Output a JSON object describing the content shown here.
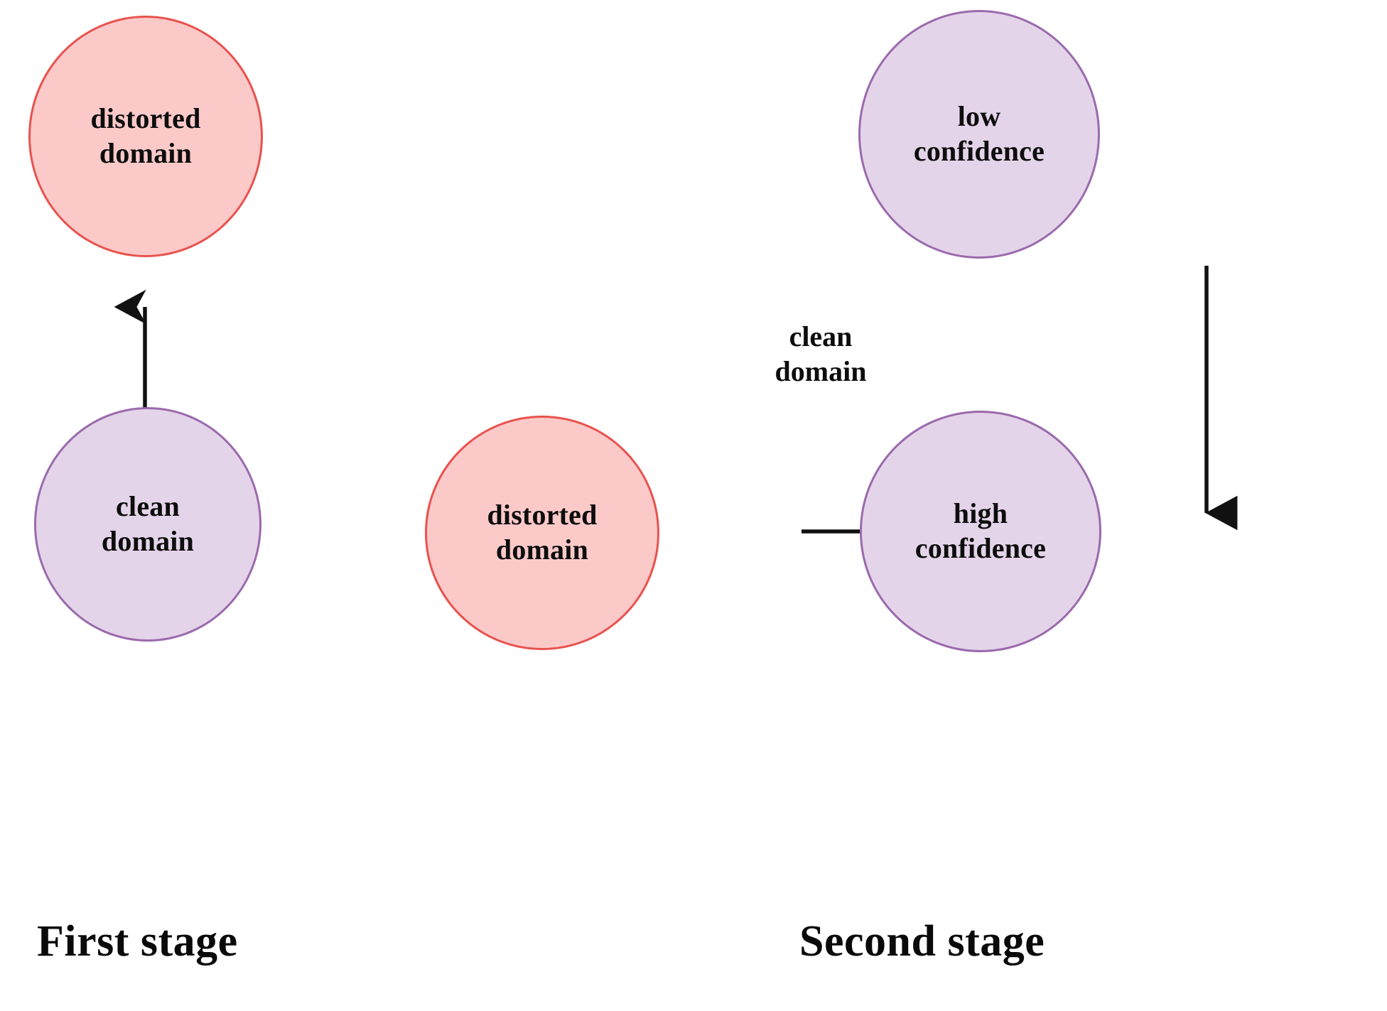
{
  "diagram": {
    "title": "two-stage domain confidence diagram",
    "colors": {
      "distorted_fill": "#fcc9c9",
      "distorted_stroke": "#e8524e",
      "clean_fill": "#e4d4e9",
      "clean_stroke": "#9b6aad",
      "arrow": "#111111",
      "background": "#ffffff",
      "text": "#0d0d0d"
    },
    "stages": [
      {
        "id": "first",
        "label": "First stage"
      },
      {
        "id": "second",
        "label": "Second stage"
      }
    ],
    "nodes": [
      {
        "id": "distorted-1",
        "label": "distorted\ndomain",
        "shape": "circle",
        "fill": "distorted",
        "stage": "first"
      },
      {
        "id": "clean-1",
        "label": "clean\ndomain",
        "shape": "circle",
        "fill": "clean",
        "stage": "first"
      },
      {
        "id": "distorted-2",
        "label": "distorted\ndomain",
        "shape": "circle",
        "fill": "distorted",
        "stage": "second"
      },
      {
        "id": "low-confidence",
        "label": "low\nconfidence",
        "shape": "circle",
        "fill": "clean",
        "stage": "second"
      },
      {
        "id": "high-confidence",
        "label": "high\nconfidence",
        "shape": "circle",
        "fill": "clean",
        "stage": "second"
      }
    ],
    "edges": [
      {
        "id": "edge-distorted1-clean1",
        "from": "distorted-1",
        "to": "clean-1",
        "direction": "bidirectional",
        "orientation": "vertical",
        "label": ""
      },
      {
        "id": "edge-distorted2-highconf",
        "from": "distorted-2",
        "to": "high-confidence",
        "direction": "forward",
        "orientation": "horizontal",
        "label": ""
      },
      {
        "id": "edge-lowconf-highconf",
        "from": "low-confidence",
        "to": "high-confidence",
        "direction": "forward",
        "orientation": "vertical",
        "label": "clean\ndomain"
      }
    ],
    "edge_labels": {
      "clean_domain": "clean\ndomain"
    }
  }
}
